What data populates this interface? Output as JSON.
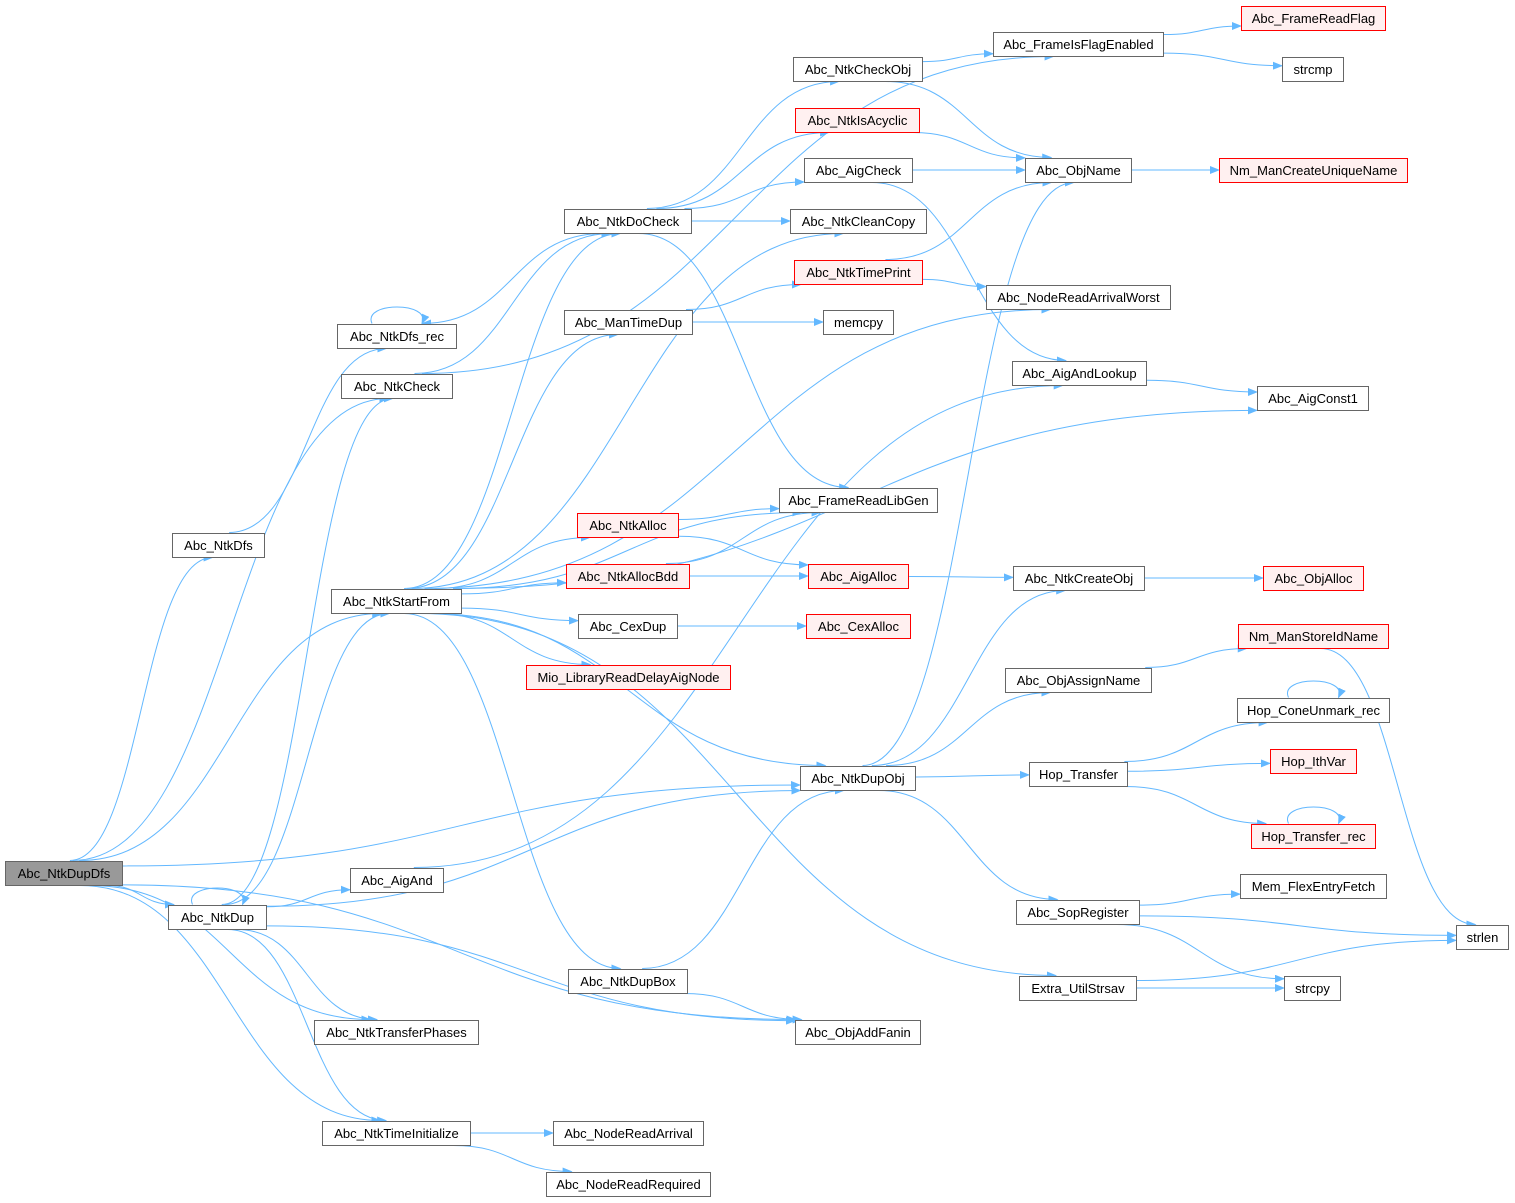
{
  "diagram": {
    "type": "call-graph",
    "colors": {
      "edge": "#63b8ff",
      "red_border": "#ff0000",
      "red_fill": "#fff0f0",
      "root_fill": "#999999"
    },
    "nodes": [
      {
        "id": "root",
        "label": "Abc_NtkDupDfs",
        "style": "root"
      },
      {
        "id": "ntkdfs",
        "label": "Abc_NtkDfs",
        "style": "normal"
      },
      {
        "id": "dfsrec",
        "label": "Abc_NtkDfs_rec",
        "style": "normal"
      },
      {
        "id": "ntkcheck",
        "label": "Abc_NtkCheck",
        "style": "normal"
      },
      {
        "id": "startfrom",
        "label": "Abc_NtkStartFrom",
        "style": "normal"
      },
      {
        "id": "ntkdup",
        "label": "Abc_NtkDup",
        "style": "normal"
      },
      {
        "id": "transfer",
        "label": "Abc_NtkTransferPhases",
        "style": "normal"
      },
      {
        "id": "timeinit",
        "label": "Abc_NtkTimeInitialize",
        "style": "normal"
      },
      {
        "id": "aigand",
        "label": "Abc_AigAnd",
        "style": "normal"
      },
      {
        "id": "docheck",
        "label": "Abc_NtkDoCheck",
        "style": "normal"
      },
      {
        "id": "mantimedup",
        "label": "Abc_ManTimeDup",
        "style": "normal"
      },
      {
        "id": "ntkalloc",
        "label": "Abc_NtkAlloc",
        "style": "red"
      },
      {
        "id": "allocbdd",
        "label": "Abc_NtkAllocBdd",
        "style": "red"
      },
      {
        "id": "cexdup",
        "label": "Abc_CexDup",
        "style": "normal"
      },
      {
        "id": "mio",
        "label": "Mio_LibraryReadDelayAigNode",
        "style": "red"
      },
      {
        "id": "dupbox",
        "label": "Abc_NtkDupBox",
        "style": "normal"
      },
      {
        "id": "readarrival",
        "label": "Abc_NodeReadArrival",
        "style": "normal"
      },
      {
        "id": "readrequired",
        "label": "Abc_NodeReadRequired",
        "style": "normal"
      },
      {
        "id": "checkobj",
        "label": "Abc_NtkCheckObj",
        "style": "normal"
      },
      {
        "id": "isacyclic",
        "label": "Abc_NtkIsAcyclic",
        "style": "red"
      },
      {
        "id": "aigcheck",
        "label": "Abc_AigCheck",
        "style": "normal"
      },
      {
        "id": "cleancopy",
        "label": "Abc_NtkCleanCopy",
        "style": "normal"
      },
      {
        "id": "timeprint",
        "label": "Abc_NtkTimePrint",
        "style": "red"
      },
      {
        "id": "memcpy",
        "label": "memcpy",
        "style": "normal"
      },
      {
        "id": "libgen",
        "label": "Abc_FrameReadLibGen",
        "style": "normal"
      },
      {
        "id": "aigalloc",
        "label": "Abc_AigAlloc",
        "style": "red"
      },
      {
        "id": "cexalloc",
        "label": "Abc_CexAlloc",
        "style": "red"
      },
      {
        "id": "dupobj",
        "label": "Abc_NtkDupObj",
        "style": "normal"
      },
      {
        "id": "addfanin",
        "label": "Abc_ObjAddFanin",
        "style": "normal"
      },
      {
        "id": "flagenabled",
        "label": "Abc_FrameIsFlagEnabled",
        "style": "normal"
      },
      {
        "id": "objname",
        "label": "Abc_ObjName",
        "style": "normal"
      },
      {
        "id": "arrivalworst",
        "label": "Abc_NodeReadArrivalWorst",
        "style": "normal"
      },
      {
        "id": "andlookup",
        "label": "Abc_AigAndLookup",
        "style": "normal"
      },
      {
        "id": "createobj",
        "label": "Abc_NtkCreateObj",
        "style": "normal"
      },
      {
        "id": "assignname",
        "label": "Abc_ObjAssignName",
        "style": "normal"
      },
      {
        "id": "hoptransfer",
        "label": "Hop_Transfer",
        "style": "normal"
      },
      {
        "id": "sopreg",
        "label": "Abc_SopRegister",
        "style": "normal"
      },
      {
        "id": "strsav",
        "label": "Extra_UtilStrsav",
        "style": "normal"
      },
      {
        "id": "readflag",
        "label": "Abc_FrameReadFlag",
        "style": "red"
      },
      {
        "id": "strcmp",
        "label": "strcmp",
        "style": "normal"
      },
      {
        "id": "uniquename",
        "label": "Nm_ManCreateUniqueName",
        "style": "red"
      },
      {
        "id": "const1",
        "label": "Abc_AigConst1",
        "style": "normal"
      },
      {
        "id": "objalloc",
        "label": "Abc_ObjAlloc",
        "style": "red"
      },
      {
        "id": "storeid",
        "label": "Nm_ManStoreIdName",
        "style": "red"
      },
      {
        "id": "coneunmark",
        "label": "Hop_ConeUnmark_rec",
        "style": "normal"
      },
      {
        "id": "ithvar",
        "label": "Hop_IthVar",
        "style": "red"
      },
      {
        "id": "transferrec",
        "label": "Hop_Transfer_rec",
        "style": "red"
      },
      {
        "id": "memflex",
        "label": "Mem_FlexEntryFetch",
        "style": "normal"
      },
      {
        "id": "strlen",
        "label": "strlen",
        "style": "normal"
      },
      {
        "id": "strcpy",
        "label": "strcpy",
        "style": "normal"
      }
    ],
    "edges": [
      [
        "root",
        "ntkdfs"
      ],
      [
        "root",
        "ntkcheck"
      ],
      [
        "root",
        "startfrom"
      ],
      [
        "root",
        "dupobj"
      ],
      [
        "root",
        "ntkdup"
      ],
      [
        "root",
        "transfer"
      ],
      [
        "root",
        "addfanin"
      ],
      [
        "root",
        "timeinit"
      ],
      [
        "ntkdfs",
        "dfsrec"
      ],
      [
        "dfsrec",
        "dfsrec"
      ],
      [
        "ntkcheck",
        "docheck"
      ],
      [
        "ntkcheck",
        "flagenabled"
      ],
      [
        "docheck",
        "dfsrec"
      ],
      [
        "ntkdup",
        "ntkdup"
      ],
      [
        "ntkdup",
        "aigand"
      ],
      [
        "ntkdup",
        "ntkcheck"
      ],
      [
        "ntkdup",
        "startfrom"
      ],
      [
        "ntkdup",
        "dupobj"
      ],
      [
        "ntkdup",
        "transfer"
      ],
      [
        "ntkdup",
        "addfanin"
      ],
      [
        "ntkdup",
        "timeinit"
      ],
      [
        "startfrom",
        "docheck"
      ],
      [
        "startfrom",
        "cleancopy"
      ],
      [
        "startfrom",
        "mantimedup"
      ],
      [
        "startfrom",
        "arrivalworst"
      ],
      [
        "startfrom",
        "const1"
      ],
      [
        "startfrom",
        "libgen"
      ],
      [
        "startfrom",
        "ntkalloc"
      ],
      [
        "startfrom",
        "allocbdd"
      ],
      [
        "startfrom",
        "cexdup"
      ],
      [
        "startfrom",
        "mio"
      ],
      [
        "startfrom",
        "dupobj"
      ],
      [
        "startfrom",
        "dupbox"
      ],
      [
        "startfrom",
        "strsav"
      ],
      [
        "docheck",
        "checkobj"
      ],
      [
        "docheck",
        "isacyclic"
      ],
      [
        "docheck",
        "aigcheck"
      ],
      [
        "docheck",
        "cleancopy"
      ],
      [
        "docheck",
        "libgen"
      ],
      [
        "mantimedup",
        "timeprint"
      ],
      [
        "mantimedup",
        "memcpy"
      ],
      [
        "ntkalloc",
        "libgen"
      ],
      [
        "ntkalloc",
        "aigalloc"
      ],
      [
        "allocbdd",
        "aigalloc"
      ],
      [
        "allocbdd",
        "libgen"
      ],
      [
        "cexdup",
        "cexalloc"
      ],
      [
        "aigand",
        "andlookup"
      ],
      [
        "dupbox",
        "dupobj"
      ],
      [
        "dupbox",
        "addfanin"
      ],
      [
        "timeinit",
        "readarrival"
      ],
      [
        "timeinit",
        "readrequired"
      ],
      [
        "checkobj",
        "flagenabled"
      ],
      [
        "checkobj",
        "objname"
      ],
      [
        "isacyclic",
        "objname"
      ],
      [
        "aigcheck",
        "objname"
      ],
      [
        "aigcheck",
        "andlookup"
      ],
      [
        "timeprint",
        "objname"
      ],
      [
        "timeprint",
        "arrivalworst"
      ],
      [
        "aigalloc",
        "createobj"
      ],
      [
        "dupobj",
        "objname"
      ],
      [
        "dupobj",
        "createobj"
      ],
      [
        "dupobj",
        "assignname"
      ],
      [
        "dupobj",
        "hoptransfer"
      ],
      [
        "dupobj",
        "sopreg"
      ],
      [
        "flagenabled",
        "readflag"
      ],
      [
        "flagenabled",
        "strcmp"
      ],
      [
        "objname",
        "uniquename"
      ],
      [
        "andlookup",
        "const1"
      ],
      [
        "createobj",
        "objalloc"
      ],
      [
        "assignname",
        "storeid"
      ],
      [
        "storeid",
        "strlen"
      ],
      [
        "hoptransfer",
        "coneunmark"
      ],
      [
        "hoptransfer",
        "ithvar"
      ],
      [
        "hoptransfer",
        "transferrec"
      ],
      [
        "coneunmark",
        "coneunmark"
      ],
      [
        "transferrec",
        "transferrec"
      ],
      [
        "sopreg",
        "memflex"
      ],
      [
        "sopreg",
        "strlen"
      ],
      [
        "sopreg",
        "strcpy"
      ],
      [
        "strsav",
        "strcpy"
      ],
      [
        "strsav",
        "strlen"
      ]
    ]
  }
}
